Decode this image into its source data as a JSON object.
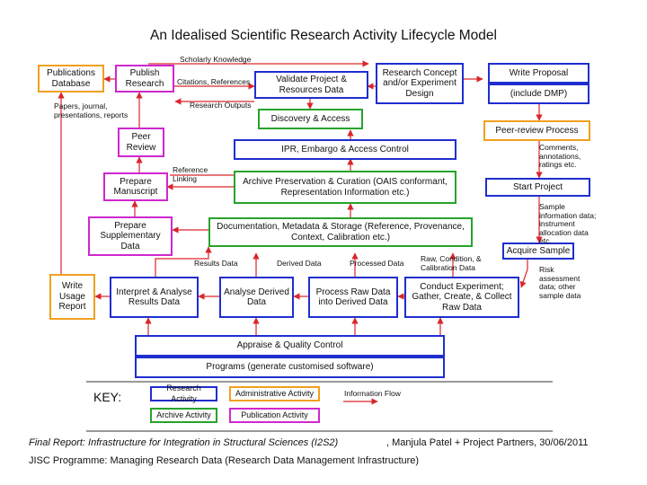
{
  "title": "An Idealised Scientific Research Activity Lifecycle Model",
  "boxes": {
    "publications_database": "Publications Database",
    "publish_research": "Publish Research",
    "validate_project": "Validate Project & Resources Data",
    "research_concept": "Research Concept and/or Experiment Design",
    "write_proposal": "Write Proposal",
    "include_dmp": "(include DMP)",
    "discovery_access": "Discovery & Access",
    "peer_review_process": "Peer-review Process",
    "peer_review": "Peer Review",
    "ipr_embargo": "IPR, Embargo & Access Control",
    "prepare_manuscript": "Prepare Manuscript",
    "archive_preservation": "Archive Preservation & Curation (OAIS conformant, Representation Information etc.)",
    "start_project": "Start Project",
    "prepare_supplementary": "Prepare Supplementary Data",
    "documentation_metadata": "Documentation, Metadata & Storage (Reference, Provenance, Context, Calibration etc.)",
    "acquire_sample": "Acquire Sample",
    "write_usage_report": "Write Usage Report",
    "interpret_analyse": "Interpret & Analyse Results Data",
    "analyse_derived": "Analyse Derived Data",
    "process_raw": "Process Raw Data into Derived Data",
    "conduct_experiment": "Conduct Experiment; Gather, Create, & Collect Raw Data",
    "appraise_quality": "Appraise & Quality Control",
    "programs": "Programs (generate customised software)"
  },
  "labels": {
    "scholarly_knowledge": "Scholarly Knowledge",
    "citations_references": "Citations, References",
    "research_outputs": "Research Outputs",
    "reference_linking": "Reference Linking",
    "results_data": "Results Data",
    "derived_data": "Derived Data",
    "processed_data": "Processed Data",
    "raw_condition_calibration": "Raw, Condition, & Calibration Data"
  },
  "notes": {
    "reports": "Papers, journal, presentations, reports",
    "comments": "Comments, annotations, ratings etc.",
    "sample_info": "Sample information data; instrument allocation data etc.",
    "risk": "Risk assessment data; other sample data"
  },
  "key": {
    "title": "KEY:",
    "research_activity": "Research Activity",
    "administrative_activity": "Administrative Activity",
    "information_flow": "Information Flow",
    "archive_activity": "Archive Activity",
    "publication_activity": "Publication Activity"
  },
  "footer": {
    "report_title": "Final Report: Infrastructure for Integration in Structural Sciences (I2S2)",
    "authors": ", Manjula Patel + Project Partners, 30/06/2011",
    "programme": "JISC Programme: Managing Research Data (Research Data Management Infrastructure)"
  },
  "colors": {
    "research": "#1f2ecf",
    "archive": "#27a32b",
    "administrative": "#f0a020",
    "publication": "#cf27cf",
    "flow": "#d9262b"
  }
}
